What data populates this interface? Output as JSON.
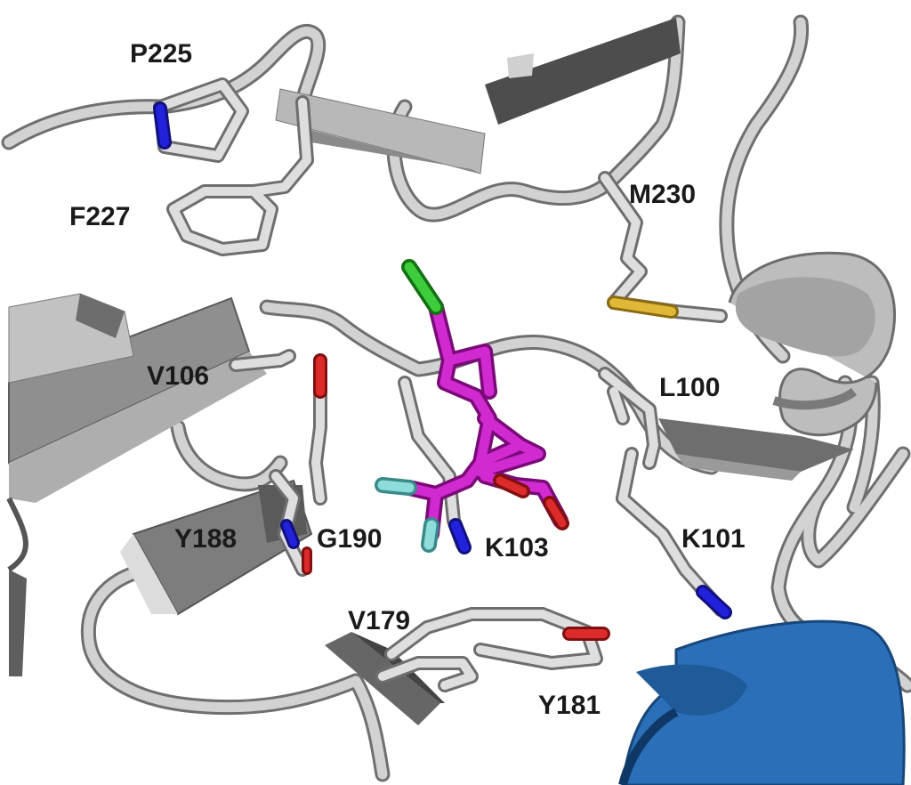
{
  "residues": {
    "p225": "P225",
    "f227": "F227",
    "m230": "M230",
    "v106": "V106",
    "l100": "L100",
    "y188": "Y188",
    "g190": "G190",
    "k103": "K103",
    "k101": "K101",
    "v179": "V179",
    "y181": "Y181"
  },
  "colors": {
    "carbon_protein": "#d4d4d4",
    "ribbon_light": "#c8c8c8",
    "ribbon_dark": "#5a5a5a",
    "ligand": "#cc22cc",
    "ligand_dark": "#a0169e",
    "nitrogen": "#1e1ecc",
    "oxygen": "#cc2020",
    "sulfur": "#d9b030",
    "chlorine": "#2ec42e",
    "fluorine": "#7fd4d4",
    "helix_blue": "#2a6fb8"
  }
}
